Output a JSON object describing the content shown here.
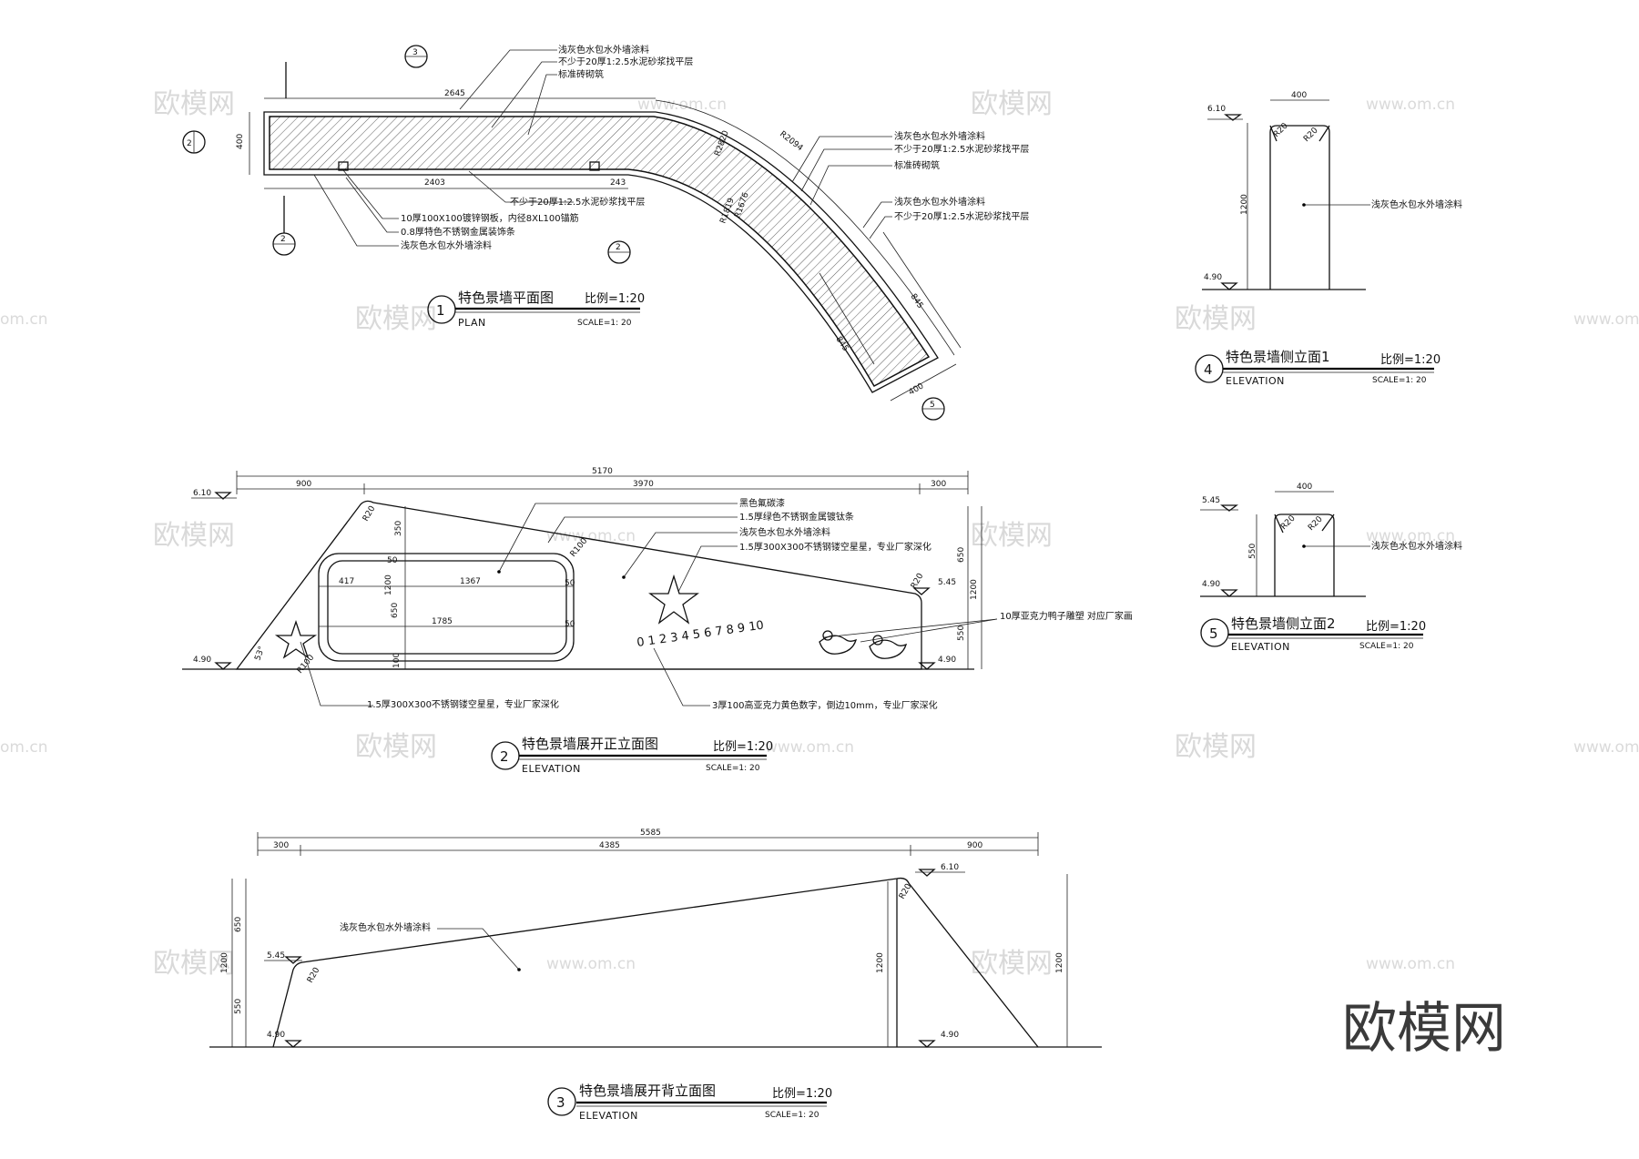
{
  "plan": {
    "title": "特色景墙平面图",
    "sub": "PLAN",
    "scale": "比例=1:20",
    "scale_en": "SCALE=1: 20",
    "num": "1",
    "dims": {
      "top": "2645",
      "width": "400",
      "inner": "2403",
      "step": "243",
      "arc_r": "R2094",
      "arc_r2": "R2820",
      "arc_r3": "R1819",
      "r2": "R1676",
      "seg1": "845",
      "seg2": "845",
      "end_w": "400"
    },
    "callouts": [
      "浅灰色水包水外墙涂料",
      "不少于20厚1:2.5水泥砂浆找平层",
      "标准砖砌筑",
      "浅灰色水包水外墙涂料",
      "不少于20厚1:2.5水泥砂浆找平层",
      "标准砖砌筑",
      "浅灰色水包水外墙涂料",
      "不少于20厚1:2.5水泥砂浆找平层"
    ],
    "bottom_notes": [
      "不少于20厚1:2.5水泥砂浆找平层",
      "10厚100X100镀锌钢板，内径8XL100锚筋",
      "0.8厚特色不锈钢金属装饰条",
      "浅灰色水包水外墙涂料"
    ],
    "markers": [
      "3",
      "2",
      "2",
      "2",
      "5"
    ]
  },
  "elev2": {
    "title": "特色景墙展开正立面图",
    "sub": "ELEVATION",
    "scale": "比例=1:20",
    "scale_en": "SCALE=1: 20",
    "num": "2",
    "dims": {
      "total": "5170",
      "a": "900",
      "b": "3970",
      "c": "300",
      "w1": "417",
      "w2": "1367",
      "w3": "1785",
      "h1": "350",
      "h2": "650",
      "h3": "100",
      "v1": "650",
      "v2": "1200",
      "v3": "550",
      "s50a": "50",
      "s50b": "50",
      "s50c": "50",
      "r20a": "R20",
      "r20b": "R20",
      "r100": "R100",
      "r100b": "R100",
      "ang": "53°",
      "h650": "650",
      "h1200": "1200"
    },
    "levels": [
      "6.10",
      "4.90",
      "5.45",
      "4.90"
    ],
    "callouts": [
      "黑色氟碳漆",
      "1.5厚绿色不锈钢金属镀钛条",
      "浅灰色水包水外墙涂料",
      "1.5厚300X300不锈钢镂空星星，专业厂家深化"
    ],
    "right_note": "10厚亚克力鸭子雕塑 对应厂家画",
    "bottom_notes": [
      "1.5厚300X300不锈钢镂空星星，专业厂家深化",
      "3厚100高亚克力黄色数字，倒边10mm，专业厂家深化"
    ],
    "digits": "0 1 2 3 4 5 6 7 8 9 10"
  },
  "elev3": {
    "title": "特色景墙展开背立面图",
    "sub": "ELEVATION",
    "scale": "比例=1:20",
    "scale_en": "SCALE=1: 20",
    "num": "3",
    "dims": {
      "total": "5585",
      "a": "300",
      "b": "4385",
      "c": "900",
      "v650": "650",
      "v1200a": "1200",
      "v550": "550",
      "v1200b": "1200",
      "v1200c": "1200",
      "r20a": "R20",
      "r20b": "R20"
    },
    "levels": [
      "6.10",
      "5.45",
      "4.90",
      "4.90"
    ],
    "callout": "浅灰色水包水外墙涂料"
  },
  "elev4": {
    "title": "特色景墙侧立面1",
    "sub": "ELEVATION",
    "scale": "比例=1:20",
    "scale_en": "SCALE=1: 20",
    "num": "4",
    "dims": {
      "w": "400",
      "h": "1200",
      "r1": "R20",
      "r2": "R20"
    },
    "levels": [
      "6.10",
      "4.90"
    ],
    "callout": "浅灰色水包水外墙涂料"
  },
  "elev5": {
    "title": "特色景墙侧立面2",
    "sub": "ELEVATION",
    "scale": "比例=1:20",
    "scale_en": "SCALE=1: 20",
    "num": "5",
    "dims": {
      "w": "400",
      "h": "550",
      "r1": "R20",
      "r2": "R20"
    },
    "levels": [
      "5.45",
      "4.90"
    ],
    "callout": "浅灰色水包水外墙涂料"
  },
  "watermark": {
    "text": "欧模网",
    "url": "www.om.cn",
    "url_cut": "om.cn"
  },
  "logo": "欧模网"
}
